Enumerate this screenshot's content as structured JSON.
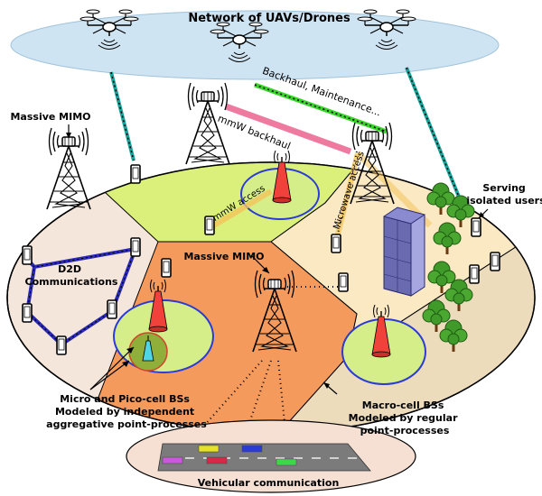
{
  "labels": {
    "uav_network": "Network of UAVs/Drones",
    "massive_mimo_left": "Massive MIMO",
    "massive_mimo_center": "Massive MIMO",
    "mmw_backhaul": "mmW backhaul",
    "mmw_access": "mmW access",
    "microwave_access": "Microwave access",
    "backhaul_maintenance": "Backhaul, Maintenance...",
    "serving_line1": "Serving",
    "serving_line2": "isolated users",
    "d2d_line1": "D2D",
    "d2d_line2": "Communications",
    "micro_line1": "Micro and Pico-cell BSs",
    "micro_line2": "Modeled by independent",
    "micro_line3": "aggregative point-processes",
    "macro_line1": "Macro-cell BSs",
    "macro_line2": "Modeled by regular",
    "macro_line3": "point-processes",
    "vehicular": "Vehicular communication"
  },
  "colors": {
    "sky_ellipse": "#cfe4f3",
    "sector_left": "#f5e6dc",
    "sector_top": "#dbf07a",
    "sector_right": "#fbe9c3",
    "sector_center": "#f49a5c",
    "sector_far_right": "#ecdcbc",
    "small_cell_area": "#d6ee8a",
    "small_cell_border": "#2b3bd6",
    "uav_link": "#1aa39a",
    "backhaul_link": "#39d42b",
    "mmw_backhaul_beam": "#ee7aa0",
    "access_beam": "#f3c45c",
    "d2d_link": "#2b2bb8",
    "road": "#7b7b7b",
    "vehicle_oval": "#f6e0d4",
    "building": "#6a6ab0",
    "tree": "#3f9a2a"
  }
}
